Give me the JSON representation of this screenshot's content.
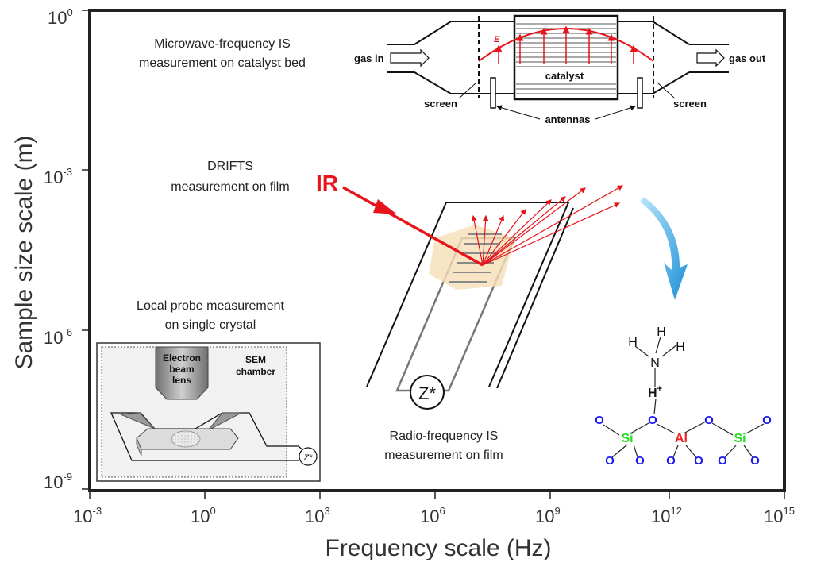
{
  "axes": {
    "xlabel": "Frequency scale (Hz)",
    "ylabel": "Sample size scale (m)",
    "xticks": [
      {
        "base": "10",
        "exp": "-3"
      },
      {
        "base": "10",
        "exp": "0"
      },
      {
        "base": "10",
        "exp": "3"
      },
      {
        "base": "10",
        "exp": "6"
      },
      {
        "base": "10",
        "exp": "9"
      },
      {
        "base": "10",
        "exp": "12"
      },
      {
        "base": "10",
        "exp": "15"
      }
    ],
    "yticks": [
      {
        "base": "10",
        "exp": "0"
      },
      {
        "base": "10",
        "exp": "-3"
      },
      {
        "base": "10",
        "exp": "-6"
      },
      {
        "base": "10",
        "exp": "-9"
      }
    ]
  },
  "microwave": {
    "title_line1": "Microwave-frequency IS",
    "title_line2": "measurement on catalyst bed",
    "gas_in": "gas in",
    "gas_out": "gas out",
    "catalyst": "catalyst",
    "screen_left": "screen",
    "screen_right": "screen",
    "antennas": "antennas",
    "field_symbol": "E"
  },
  "drifts": {
    "title_line1": "DRIFTS",
    "title_line2": "measurement on film",
    "ir_label": "IR"
  },
  "radio": {
    "title_line1": "Radio-frequency IS",
    "title_line2": "measurement on film",
    "impedance": "Z*"
  },
  "local_probe": {
    "title_line1": "Local probe measurement",
    "title_line2": "on single crystal",
    "lens_line1": "Electron",
    "lens_line2": "beam",
    "lens_line3": "lens",
    "sem_line1": "SEM",
    "sem_line2": "chamber",
    "impedance": "Z*"
  },
  "molecule": {
    "h_top1": "H",
    "h_top2": "H",
    "h_left": "H",
    "n": "N",
    "h_plus": "H",
    "plus": "+",
    "si_left": "Si",
    "al": "Al",
    "si_right": "Si",
    "o": "O",
    "colors": {
      "si": "#22dd22",
      "al": "#ee2222",
      "o": "#1a1aee"
    }
  }
}
